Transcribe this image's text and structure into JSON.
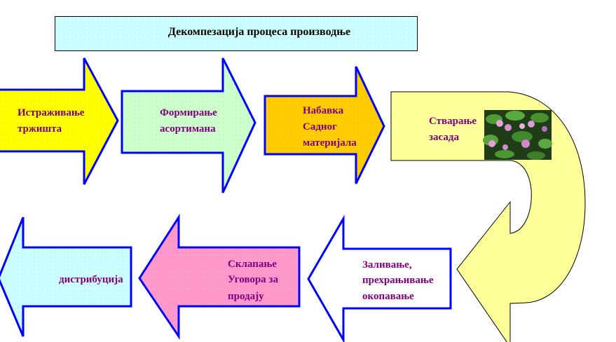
{
  "title": "Декомпезација процеса производње",
  "steps": [
    {
      "lines": [
        "Истраживање",
        "тржишта"
      ],
      "color": "#ffff00"
    },
    {
      "lines": [
        "Формирање",
        "асортимана"
      ],
      "color": "#ccffcc"
    },
    {
      "lines": [
        "Набавка",
        "Садног",
        "материјала"
      ],
      "color": "#ffcc00"
    },
    {
      "lines": [
        "Стварање",
        "засада"
      ],
      "color": "#ffff99"
    },
    {
      "lines": [
        "Заливање,",
        "прехрањивање",
        "окопавање"
      ],
      "color": "#ffffff"
    },
    {
      "lines": [
        "Склапање",
        "Уговора за",
        "продају"
      ],
      "color": "#ff99cc"
    },
    {
      "lines": [
        "дистрибуција"
      ],
      "color": "#ccffff"
    }
  ],
  "colors": {
    "outline": "#0000ff",
    "text": "#800080",
    "title_fill": "#ccffff"
  },
  "image": {
    "icon": "water-lily-photo"
  }
}
